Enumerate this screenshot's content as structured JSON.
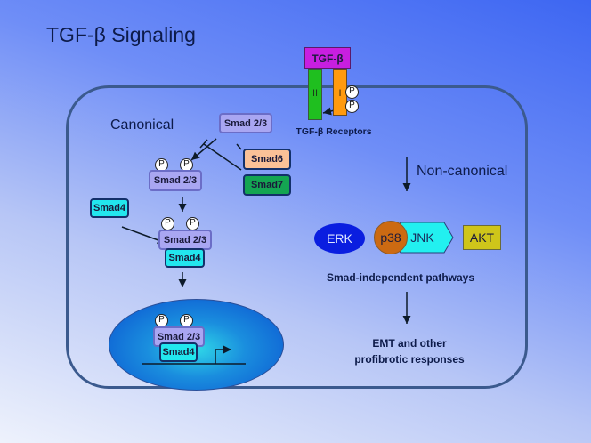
{
  "title": "TGF-β Signaling",
  "ligand": {
    "label": "TGF-β",
    "color": "#c81fe0"
  },
  "receptors": {
    "type2_label": "II",
    "type1_label": "I",
    "caption": "TGF-β Receptors",
    "type2_color": "#1fbf1f",
    "type1_color": "#ff9a0f"
  },
  "phospho_label": "P",
  "canonical": {
    "heading": "Canonical",
    "smad23_label": "Smad 2/3",
    "smad4_label": "Smad4",
    "smad6_label": "Smad6",
    "smad7_label": "Smad7"
  },
  "non_canonical": {
    "heading": "Non-canonical",
    "kinases": [
      {
        "label": "ERK",
        "shape": "ellipse",
        "color": "#0a1ee0"
      },
      {
        "label": "p38",
        "shape": "circle",
        "color": "#cc6a12"
      },
      {
        "label": "JNK",
        "shape": "hexagon",
        "color": "#22f0f0"
      },
      {
        "label": "AKT",
        "shape": "rectangle",
        "color": "#cfc51a"
      }
    ],
    "pathways_label": "Smad-independent pathways",
    "outcome_line1": "EMT and other",
    "outcome_line2": "profibrotic responses"
  }
}
